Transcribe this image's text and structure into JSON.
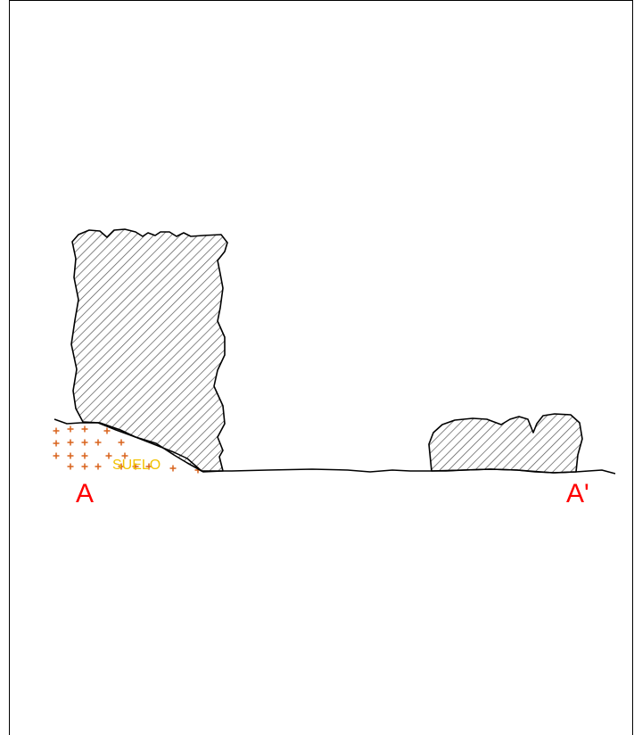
{
  "drawing": {
    "soil_label": "SUELO",
    "section_start_label": "A",
    "section_end_label": "A'",
    "colors": {
      "section_label": "#ff0000",
      "soil_label": "#f2c200",
      "soil_marks": "#d9621b",
      "outline": "#000000",
      "hatch": "#555555"
    }
  }
}
